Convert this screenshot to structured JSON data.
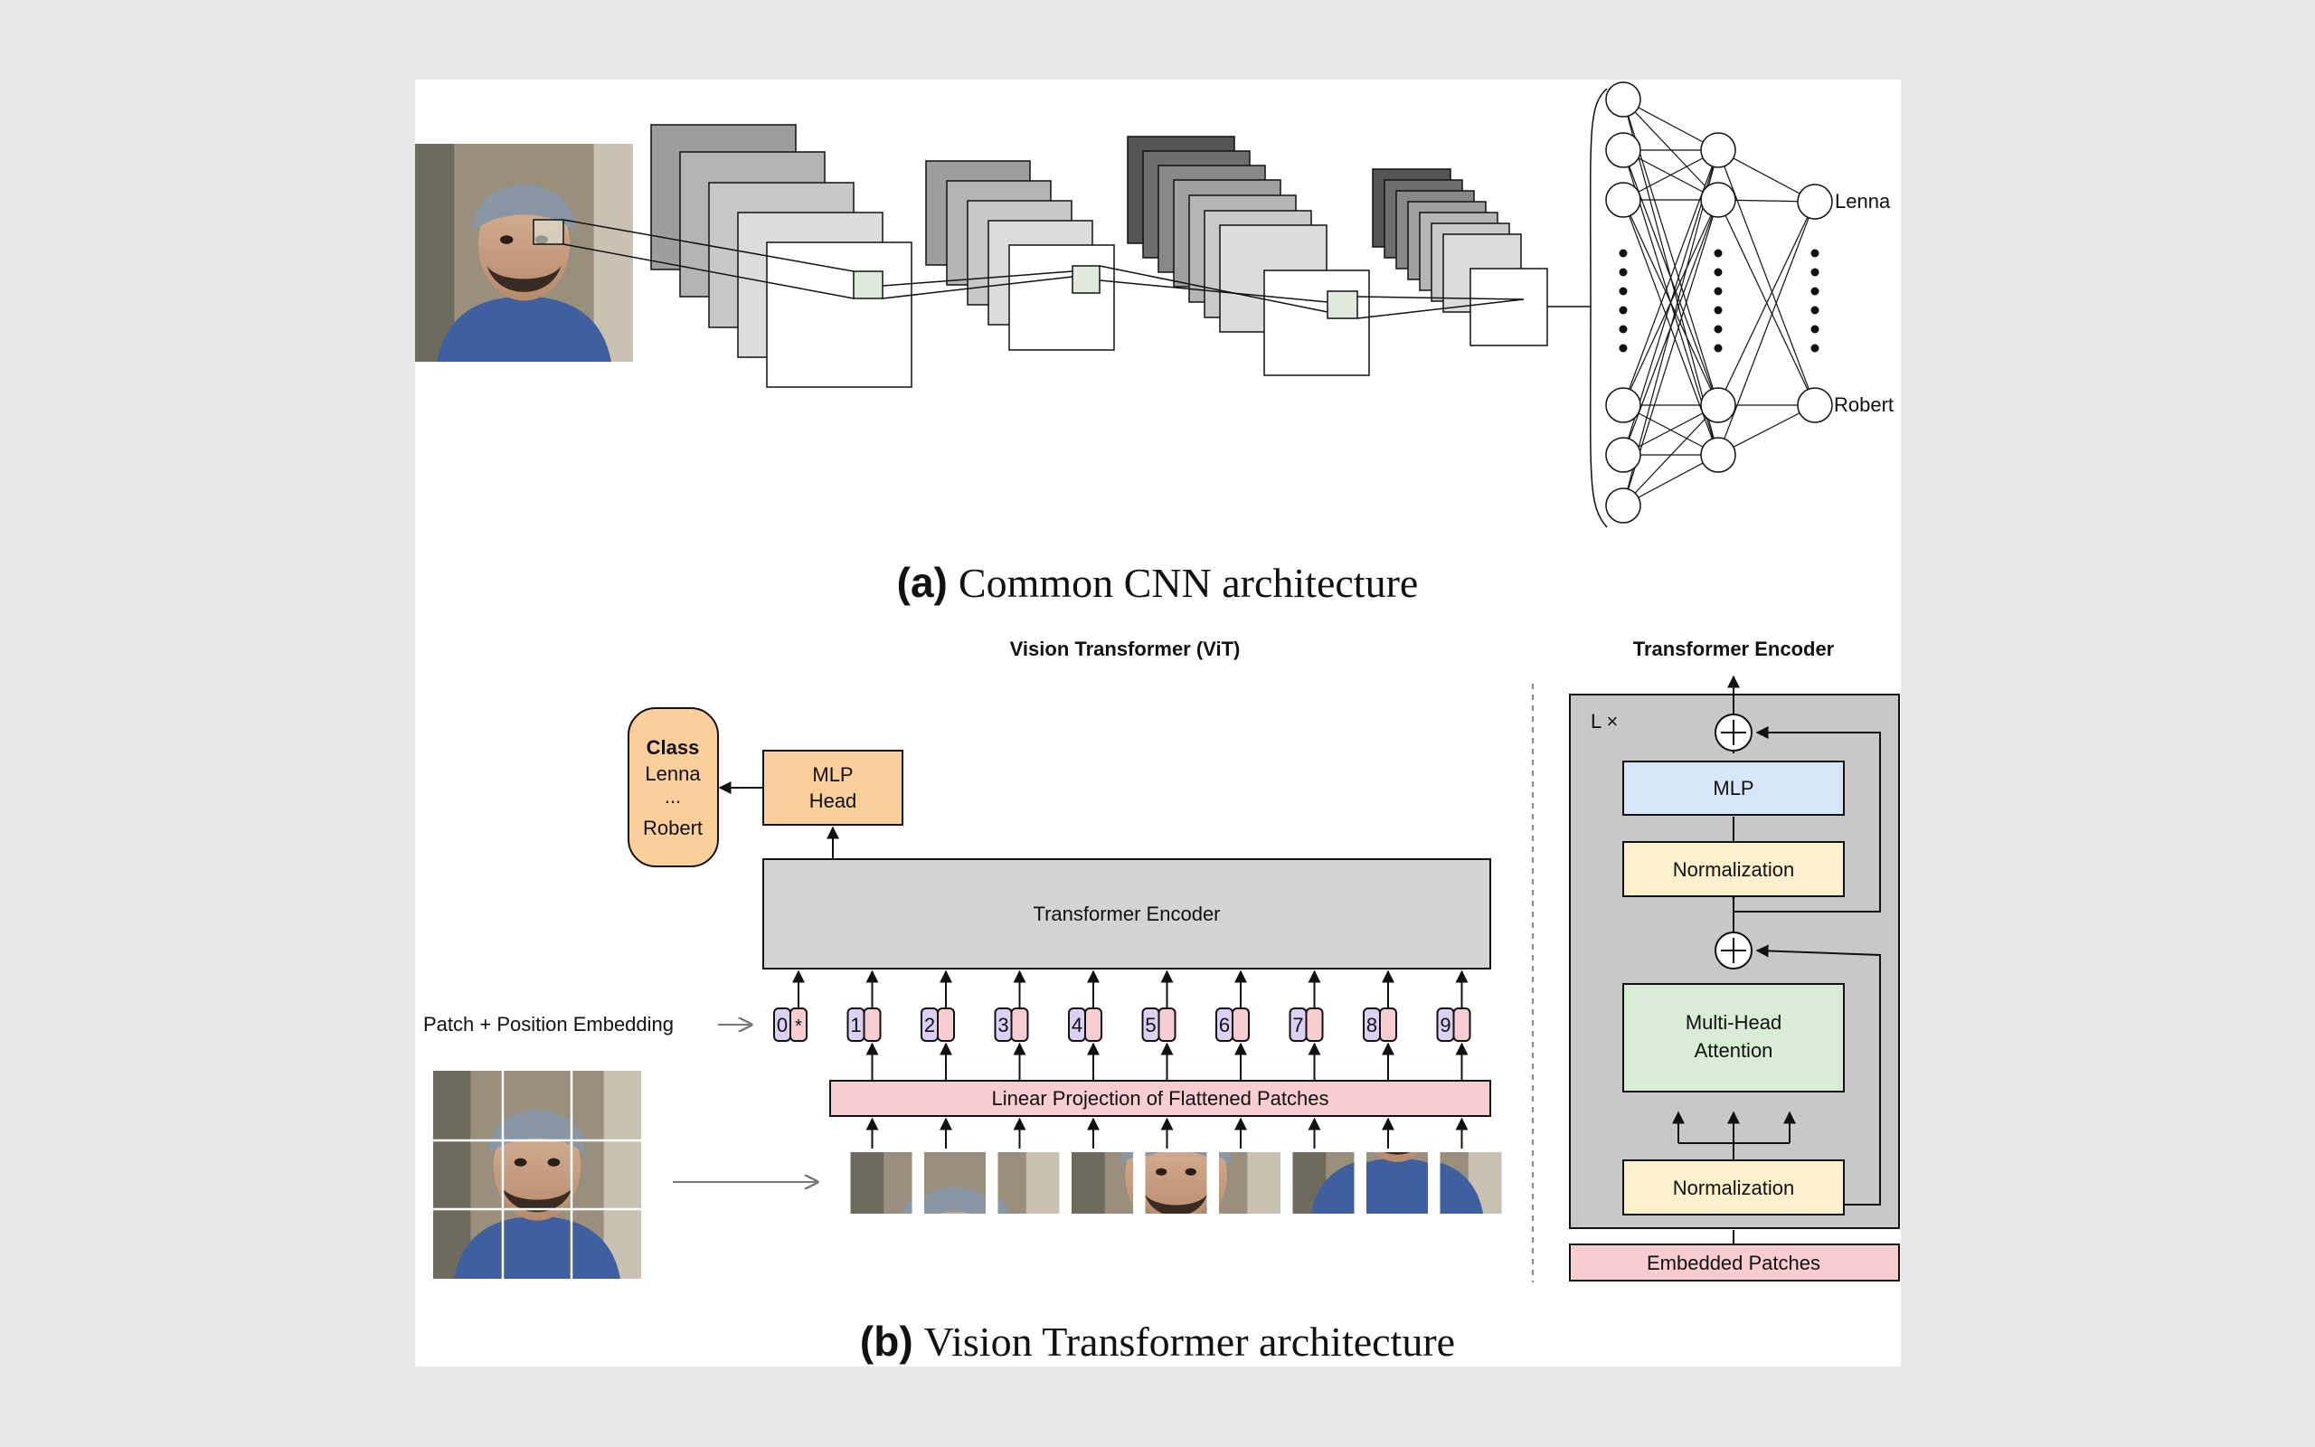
{
  "cnn": {
    "outputs": [
      "Lenna",
      "Robert"
    ],
    "caption_tag": "(a)",
    "caption_text": "Common CNN architecture"
  },
  "vit": {
    "title": "Vision Transformer (ViT)",
    "class_box": {
      "title": "Class",
      "line1": "Lenna",
      "line2": "...",
      "line3": "Robert"
    },
    "mlp_head": {
      "line1": "MLP",
      "line2": "Head"
    },
    "encoder_label": "Transformer Encoder",
    "embedding_label": "Patch + Position Embedding",
    "tokens": [
      "0",
      "1",
      "2",
      "3",
      "4",
      "5",
      "6",
      "7",
      "8",
      "9"
    ],
    "class_token_marker": "*",
    "projection_label": "Linear Projection of Flattened Patches",
    "caption_tag": "(b)",
    "caption_text": "Vision Transformer architecture"
  },
  "encoder_detail": {
    "title": "Transformer Encoder",
    "repeat_label": "L ×",
    "mlp": "MLP",
    "norm_top": "Normalization",
    "attention_line1": "Multi-Head",
    "attention_line2": "Attention",
    "norm_bottom": "Normalization",
    "input_label": "Embedded Patches"
  },
  "colors": {
    "class_box": "#fbcf9c",
    "mlp_head": "#fbcf9c",
    "encoder_block": "#d4d4d4",
    "projection": "#f8cdd1",
    "token_position": "#ddd0f5",
    "token_patch": "#f8cdd1",
    "mlp": "#d7e6fa",
    "normalization": "#fdf0cc",
    "attention": "#d8ecd6",
    "encoder_panel": "#c8c8c8"
  }
}
